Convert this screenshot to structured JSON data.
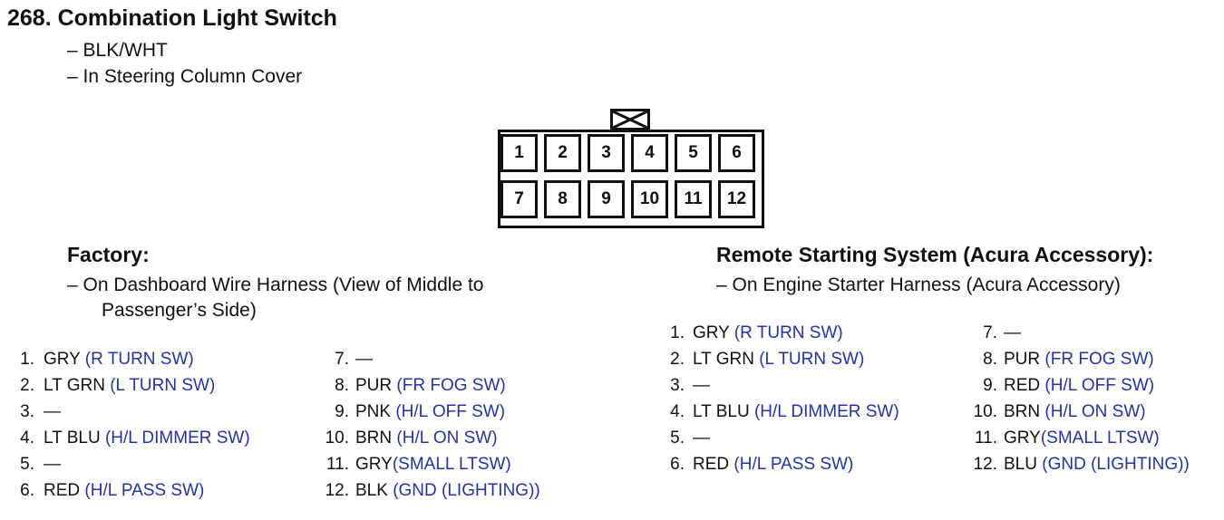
{
  "header": {
    "title": "268.  Combination Light Switch",
    "details": [
      "– BLK/WHT",
      "– In Steering Column Cover"
    ]
  },
  "connector": {
    "top_row": [
      "1",
      "2",
      "3",
      "4",
      "5",
      "6"
    ],
    "bottom_row": [
      "7",
      "8",
      "9",
      "10",
      "11",
      "12"
    ]
  },
  "factory": {
    "heading": "Factory:",
    "location_line1": "– On Dashboard Wire Harness (View of Middle to",
    "location_line2": "Passenger’s Side)",
    "pins_left": [
      {
        "num": "1.",
        "wire": "GRY",
        "func": "(R TURN SW)"
      },
      {
        "num": "2.",
        "wire": "LT GRN",
        "func": "(L TURN SW)"
      },
      {
        "num": "3.",
        "wire": "—",
        "func": ""
      },
      {
        "num": "4.",
        "wire": "LT BLU",
        "func": "(H/L DIMMER SW)"
      },
      {
        "num": "5.",
        "wire": "—",
        "func": ""
      },
      {
        "num": "6.",
        "wire": "RED",
        "func": "(H/L PASS SW)"
      }
    ],
    "pins_right": [
      {
        "num": "7.",
        "wire": "—",
        "func": ""
      },
      {
        "num": "8.",
        "wire": "PUR",
        "func": "(FR FOG SW)"
      },
      {
        "num": "9.",
        "wire": "PNK",
        "func": "(H/L OFF SW)"
      },
      {
        "num": "10.",
        "wire": "BRN",
        "func": "(H/L ON SW)"
      },
      {
        "num": "11.",
        "wire": " GRY",
        "func": "(SMALL LTSW)"
      },
      {
        "num": "12.",
        "wire": "BLK",
        "func": "(GND (LIGHTING))"
      }
    ]
  },
  "remote": {
    "heading": "Remote Starting System (Acura Accessory):",
    "location": "– On Engine Starter Harness (Acura Accessory)",
    "pins_left": [
      {
        "num": "1.",
        "wire": "GRY",
        "func": "(R TURN SW)"
      },
      {
        "num": "2.",
        "wire": "LT GRN",
        "func": "(L TURN SW)"
      },
      {
        "num": "3.",
        "wire": "—",
        "func": ""
      },
      {
        "num": "4.",
        "wire": "LT BLU",
        "func": "(H/L DIMMER SW)"
      },
      {
        "num": "5.",
        "wire": "—",
        "func": ""
      },
      {
        "num": "6.",
        "wire": "RED",
        "func": "(H/L PASS SW)"
      }
    ],
    "pins_right": [
      {
        "num": "7.",
        "wire": "—",
        "func": ""
      },
      {
        "num": "8.",
        "wire": "PUR",
        "func": "(FR FOG SW)"
      },
      {
        "num": "9.",
        "wire": "RED",
        "func": "(H/L OFF SW)"
      },
      {
        "num": "10.",
        "wire": "BRN",
        "func": "(H/L ON SW)"
      },
      {
        "num": "11.",
        "wire": " GRY",
        "func": "(SMALL LTSW)"
      },
      {
        "num": "12.",
        "wire": "BLU",
        "func": "(GND (LIGHTING))"
      }
    ]
  },
  "colors": {
    "function_text": "#2233aa",
    "text": "#111111"
  }
}
